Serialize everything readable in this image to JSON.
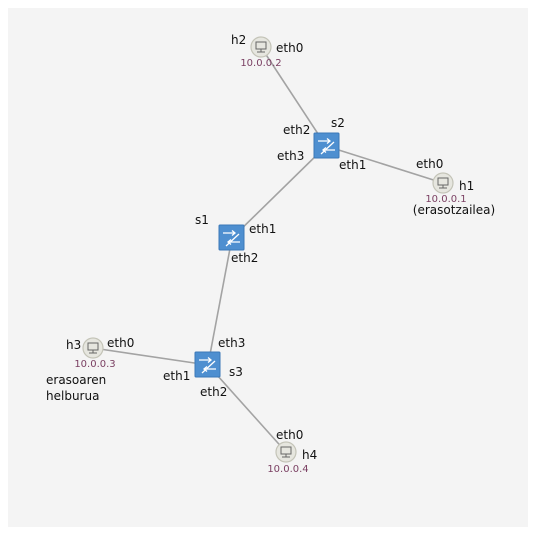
{
  "colors": {
    "link": "#a3a3a3",
    "switch_fill": "#4e8fd0",
    "switch_stroke": "#3b78b8",
    "host_fill": "#e6e6df",
    "host_stroke": "#c4c4b8",
    "ip_text": "#7a3f62"
  },
  "switches": {
    "s1": {
      "name": "s1",
      "icon": "switch-icon"
    },
    "s2": {
      "name": "s2",
      "icon": "switch-icon"
    },
    "s3": {
      "name": "s3",
      "icon": "switch-icon"
    }
  },
  "hosts": {
    "h1": {
      "name": "h1",
      "ip": "10.0.0.1",
      "note": [
        "(erasotzailea)"
      ],
      "icon": "host-icon"
    },
    "h2": {
      "name": "h2",
      "ip": "10.0.0.2",
      "note": [],
      "icon": "host-icon"
    },
    "h3": {
      "name": "h3",
      "ip": "10.0.0.3",
      "note": [
        "erasoaren",
        "helburua"
      ],
      "icon": "host-icon"
    },
    "h4": {
      "name": "h4",
      "ip": "10.0.0.4",
      "note": [],
      "icon": "host-icon"
    }
  },
  "ports": {
    "h2_eth0": "eth0",
    "s2_eth2": "eth2",
    "s2_eth3": "eth3",
    "s2_eth1": "eth1",
    "h1_eth0": "eth0",
    "s1_eth1": "eth1",
    "s1_eth2": "eth2",
    "h3_eth0": "eth0",
    "s3_eth3": "eth3",
    "s3_eth1": "eth1",
    "s3_eth2": "eth2",
    "h4_eth0": "eth0"
  }
}
